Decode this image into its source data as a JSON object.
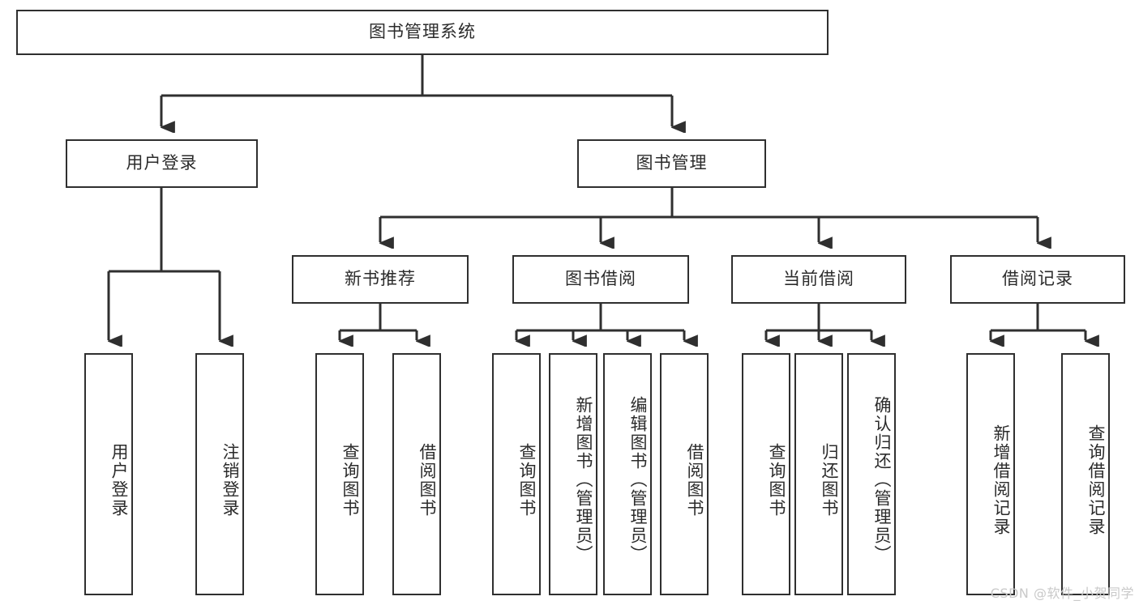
{
  "diagram": {
    "type": "tree-hierarchy",
    "title": "图书管理系统",
    "watermark": "CSDN @软件_小贺同学",
    "colors": {
      "stroke": "#2f2f2f",
      "fill": "#ffffff",
      "text": "#2b2b2b",
      "watermark": "#c9c9c9"
    },
    "nodes": {
      "root": {
        "label": "图书管理系统"
      },
      "level1": [
        {
          "id": "user-login",
          "label": "用户登录"
        },
        {
          "id": "book-manage",
          "label": "图书管理"
        }
      ],
      "level2": [
        {
          "id": "new-book-recommend",
          "label": "新书推荐"
        },
        {
          "id": "book-borrow",
          "label": "图书借阅"
        },
        {
          "id": "current-borrow",
          "label": "当前借阅"
        },
        {
          "id": "borrow-record",
          "label": "借阅记录"
        }
      ],
      "leaves": {
        "user_login": [
          {
            "id": "leaf-user-login",
            "label": "用户登录"
          },
          {
            "id": "leaf-logout-login",
            "label": "注销登录"
          }
        ],
        "new_book_recommend": [
          {
            "id": "leaf-query-book-1",
            "label": "查询图书"
          },
          {
            "id": "leaf-borrow-book-1",
            "label": "借阅图书"
          }
        ],
        "book_borrow": [
          {
            "id": "leaf-query-book-2",
            "label": "查询图书"
          },
          {
            "id": "leaf-add-book",
            "label": "新增图书（管理员）"
          },
          {
            "id": "leaf-edit-book",
            "label": "编辑图书（管理员）"
          },
          {
            "id": "leaf-borrow-book-2",
            "label": "借阅图书"
          }
        ],
        "current_borrow": [
          {
            "id": "leaf-query-book-3",
            "label": "查询图书"
          },
          {
            "id": "leaf-return-book",
            "label": "归还图书"
          },
          {
            "id": "leaf-confirm-return",
            "label": "确认归还（管理员）"
          }
        ],
        "borrow_record": [
          {
            "id": "leaf-add-record",
            "label": "新增借阅记录"
          },
          {
            "id": "leaf-query-record",
            "label": "查询借阅记录"
          }
        ]
      }
    }
  }
}
